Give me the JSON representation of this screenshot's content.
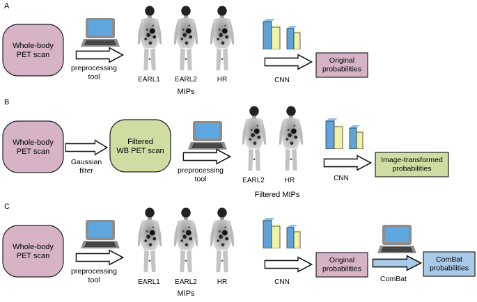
{
  "panels": {
    "a": {
      "letter": "A",
      "source": "Whole-body PET scan",
      "tool_label": "preprocessing tool",
      "mips": [
        "EARL1",
        "EARL2",
        "HR"
      ],
      "group_label": "MIPs",
      "model_label": "CNN",
      "output": "Original probabilities"
    },
    "b": {
      "letter": "B",
      "source": "Whole-body PET scan",
      "filter_label": "Gaussian filter",
      "filtered": "Filtered WB PET scan",
      "tool_label": "preprocessing tool",
      "mips": [
        "EARL2",
        "HR"
      ],
      "group_label": "Filtered MIPs",
      "model_label": "CNN",
      "output": "Image-transformed probabilities"
    },
    "c": {
      "letter": "C",
      "source": "Whole-body PET scan",
      "tool_label": "preprocessing tool",
      "mips": [
        "EARL1",
        "EARL2",
        "HR"
      ],
      "group_label": "MIPs",
      "model_label": "CNN",
      "output": "Original probabilities",
      "harmonizer_label": "ComBat",
      "final_output": "ComBat probabilities"
    }
  },
  "colors": {
    "pink": "#d6b4c6",
    "green": "#cfdca2",
    "blue": "#a9c9e8",
    "cnn_blue": "#5ea3da",
    "cnn_yellow": "#f2f2a6",
    "monitor_screen": "#5ea6e0"
  }
}
